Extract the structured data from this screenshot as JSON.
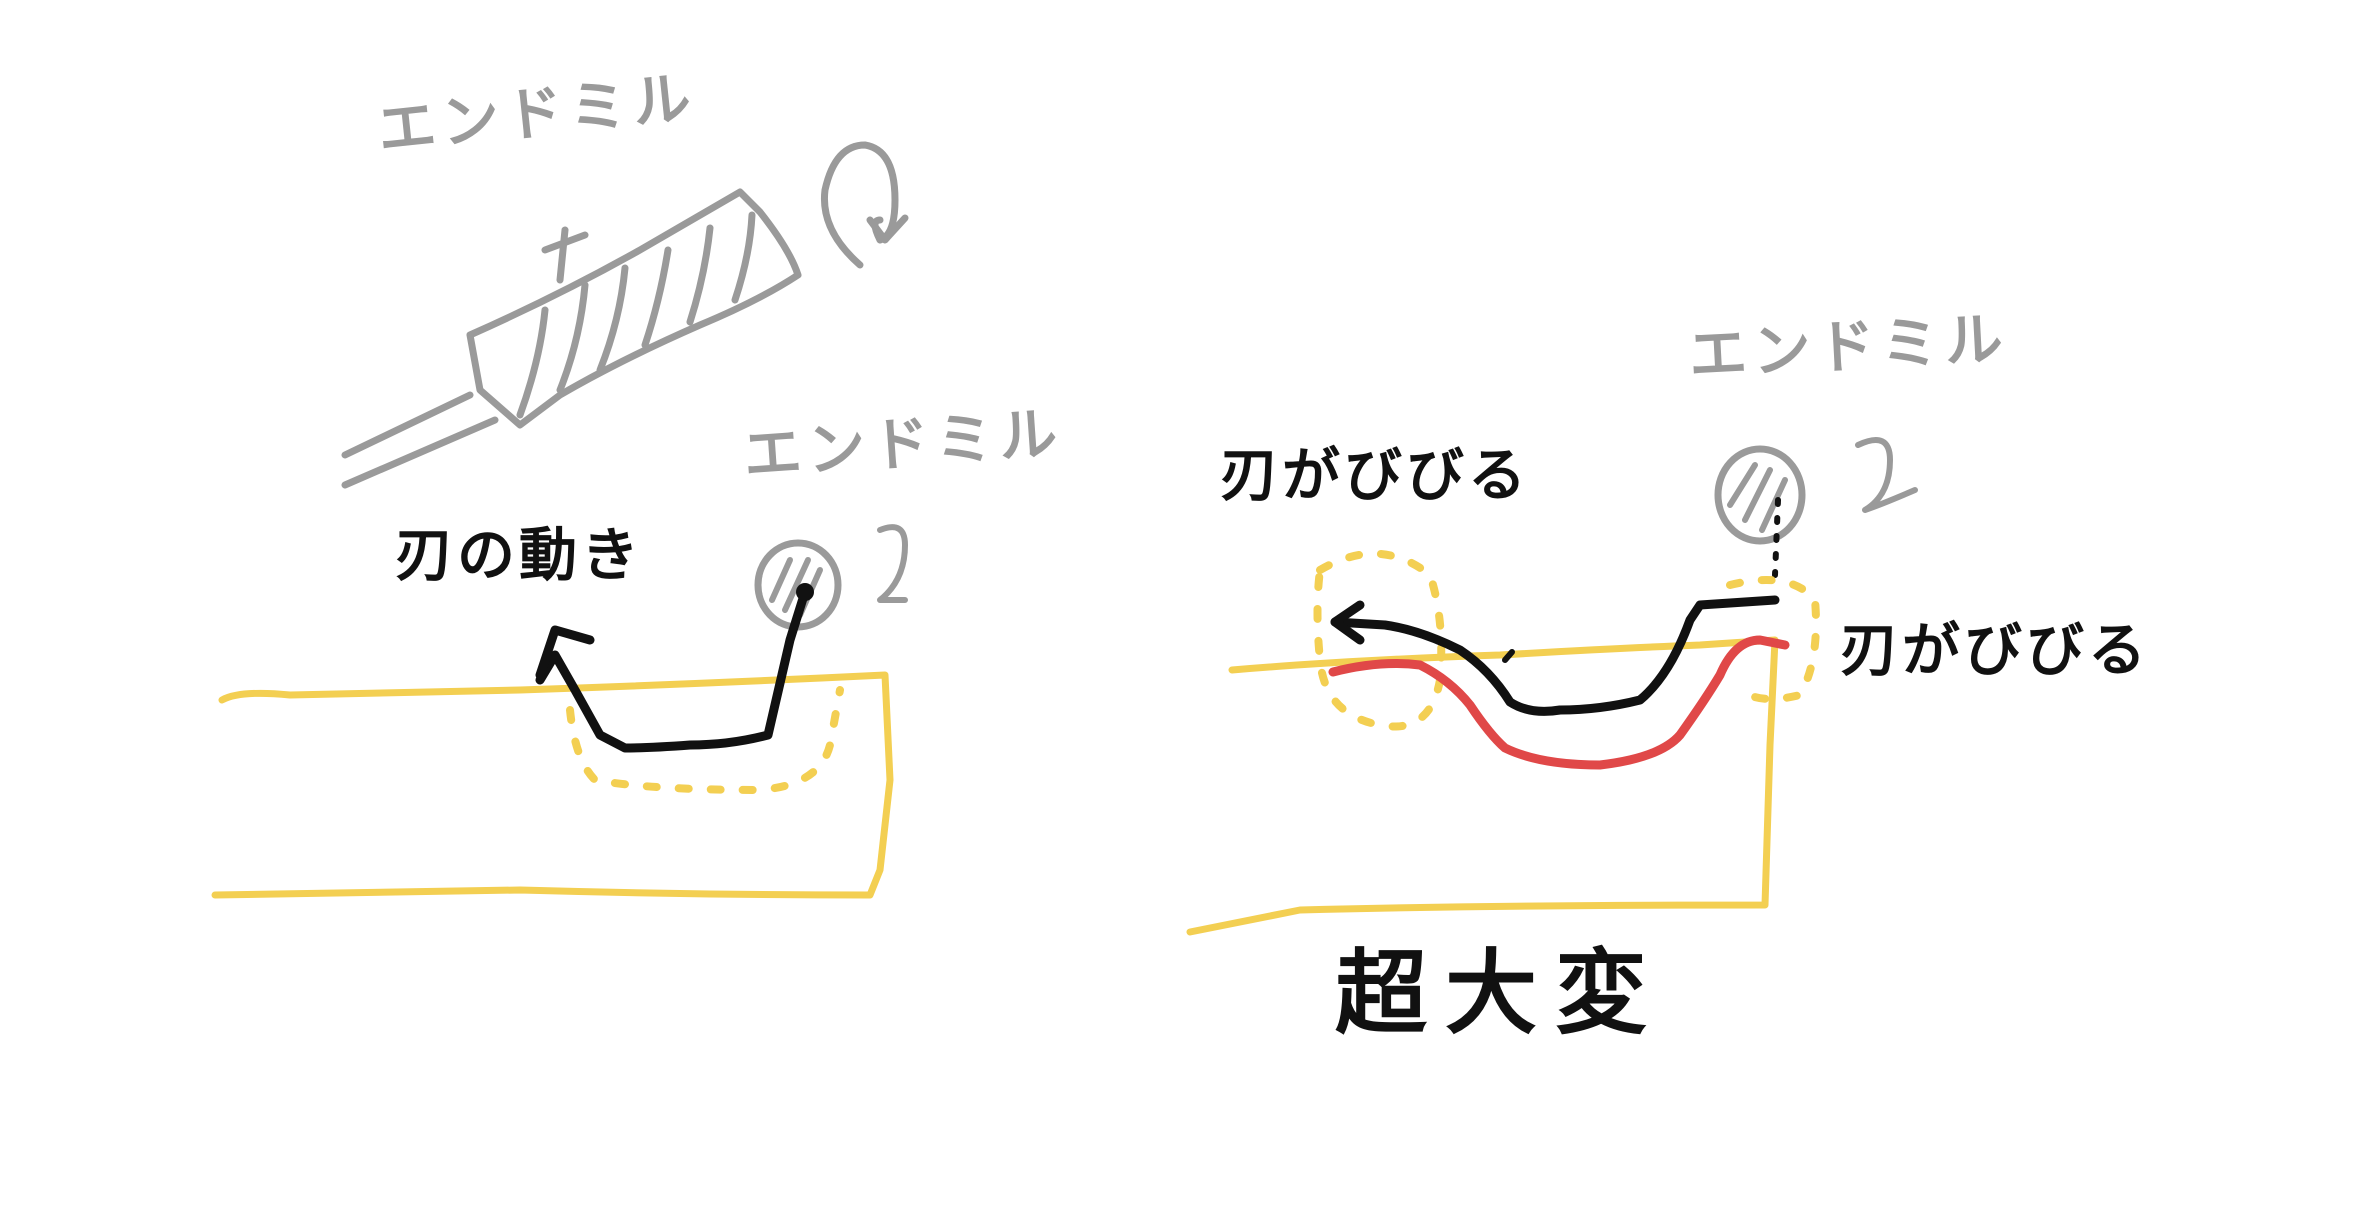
{
  "labels": {
    "endmill_top": "エンドミル",
    "endmill_left": "エンドミル",
    "endmill_right": "エンドミル",
    "blade_motion": "刃の動き",
    "chatter_left": "刃がびびる",
    "chatter_right": "刃がびびる",
    "very_hard": "超大変"
  },
  "colors": {
    "workpiece": "#f3cf52",
    "tool_path": "#111111",
    "tool_sketch": "#9a9a9a",
    "deflected_path": "#e04848"
  },
  "icons": {
    "rotation": "rotation-arrow-icon",
    "endmill_cross_section": "hatched-circle-icon"
  }
}
